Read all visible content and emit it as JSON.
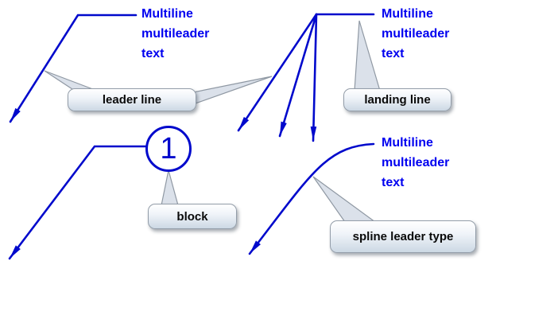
{
  "colors": {
    "leader": "#0009cc",
    "label_text": "#0000f0",
    "callout_fill": "#d6dfe9",
    "callout_border": "#939da9"
  },
  "multileader_label": {
    "lines": [
      "Multiline",
      "multileader",
      "text"
    ]
  },
  "callouts": {
    "leader_line": "leader line",
    "landing_line": "landing line",
    "block": "block",
    "spline": "spline leader type"
  },
  "block_symbol": {
    "number": "1"
  }
}
